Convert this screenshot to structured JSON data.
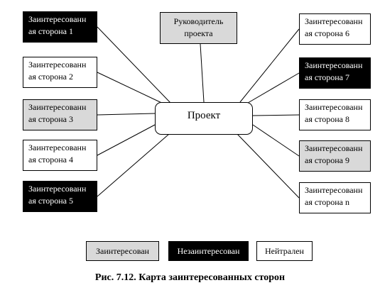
{
  "center": {
    "label": "Проект"
  },
  "nodes": [
    {
      "id": "s1",
      "line1": "Заинтересованн",
      "line2": "ая сторона 1",
      "kind": "n"
    },
    {
      "id": "s2",
      "line1": "Заинтересованн",
      "line2": "ая сторона 2",
      "kind": "u"
    },
    {
      "id": "s3",
      "line1": "Заинтересованн",
      "line2": "ая сторона 3",
      "kind": "i"
    },
    {
      "id": "s4",
      "line1": "Заинтересованн",
      "line2": "ая сторона 4",
      "kind": "u"
    },
    {
      "id": "s5",
      "line1": "Заинтересованн",
      "line2": "ая сторона 5",
      "kind": "n"
    },
    {
      "id": "mgr",
      "line1": "Руководитель",
      "line2": "проекта",
      "kind": "c"
    },
    {
      "id": "s6",
      "line1": "Заинтересованн",
      "line2": "ая сторона 6",
      "kind": "u"
    },
    {
      "id": "s7",
      "line1": "Заинтересованн",
      "line2": "ая сторона 7",
      "kind": "n"
    },
    {
      "id": "s8",
      "line1": "Заинтересованн",
      "line2": "ая сторона 8",
      "kind": "u"
    },
    {
      "id": "s9",
      "line1": "Заинтересованн",
      "line2": "ая сторона 9",
      "kind": "i"
    },
    {
      "id": "sn",
      "line1": "Заинтересованн",
      "line2": "ая сторона n",
      "kind": "u"
    }
  ],
  "legend": {
    "interested": "Заинтересован",
    "not_interested": "Незаинтересован",
    "neutral": "Нейтрален"
  },
  "caption": "Рис. 7.12. Карта заинтересованных сторон",
  "colors": {
    "interested": "#d9d9d9",
    "not_interested": "#000000",
    "neutral": "#ffffff"
  }
}
